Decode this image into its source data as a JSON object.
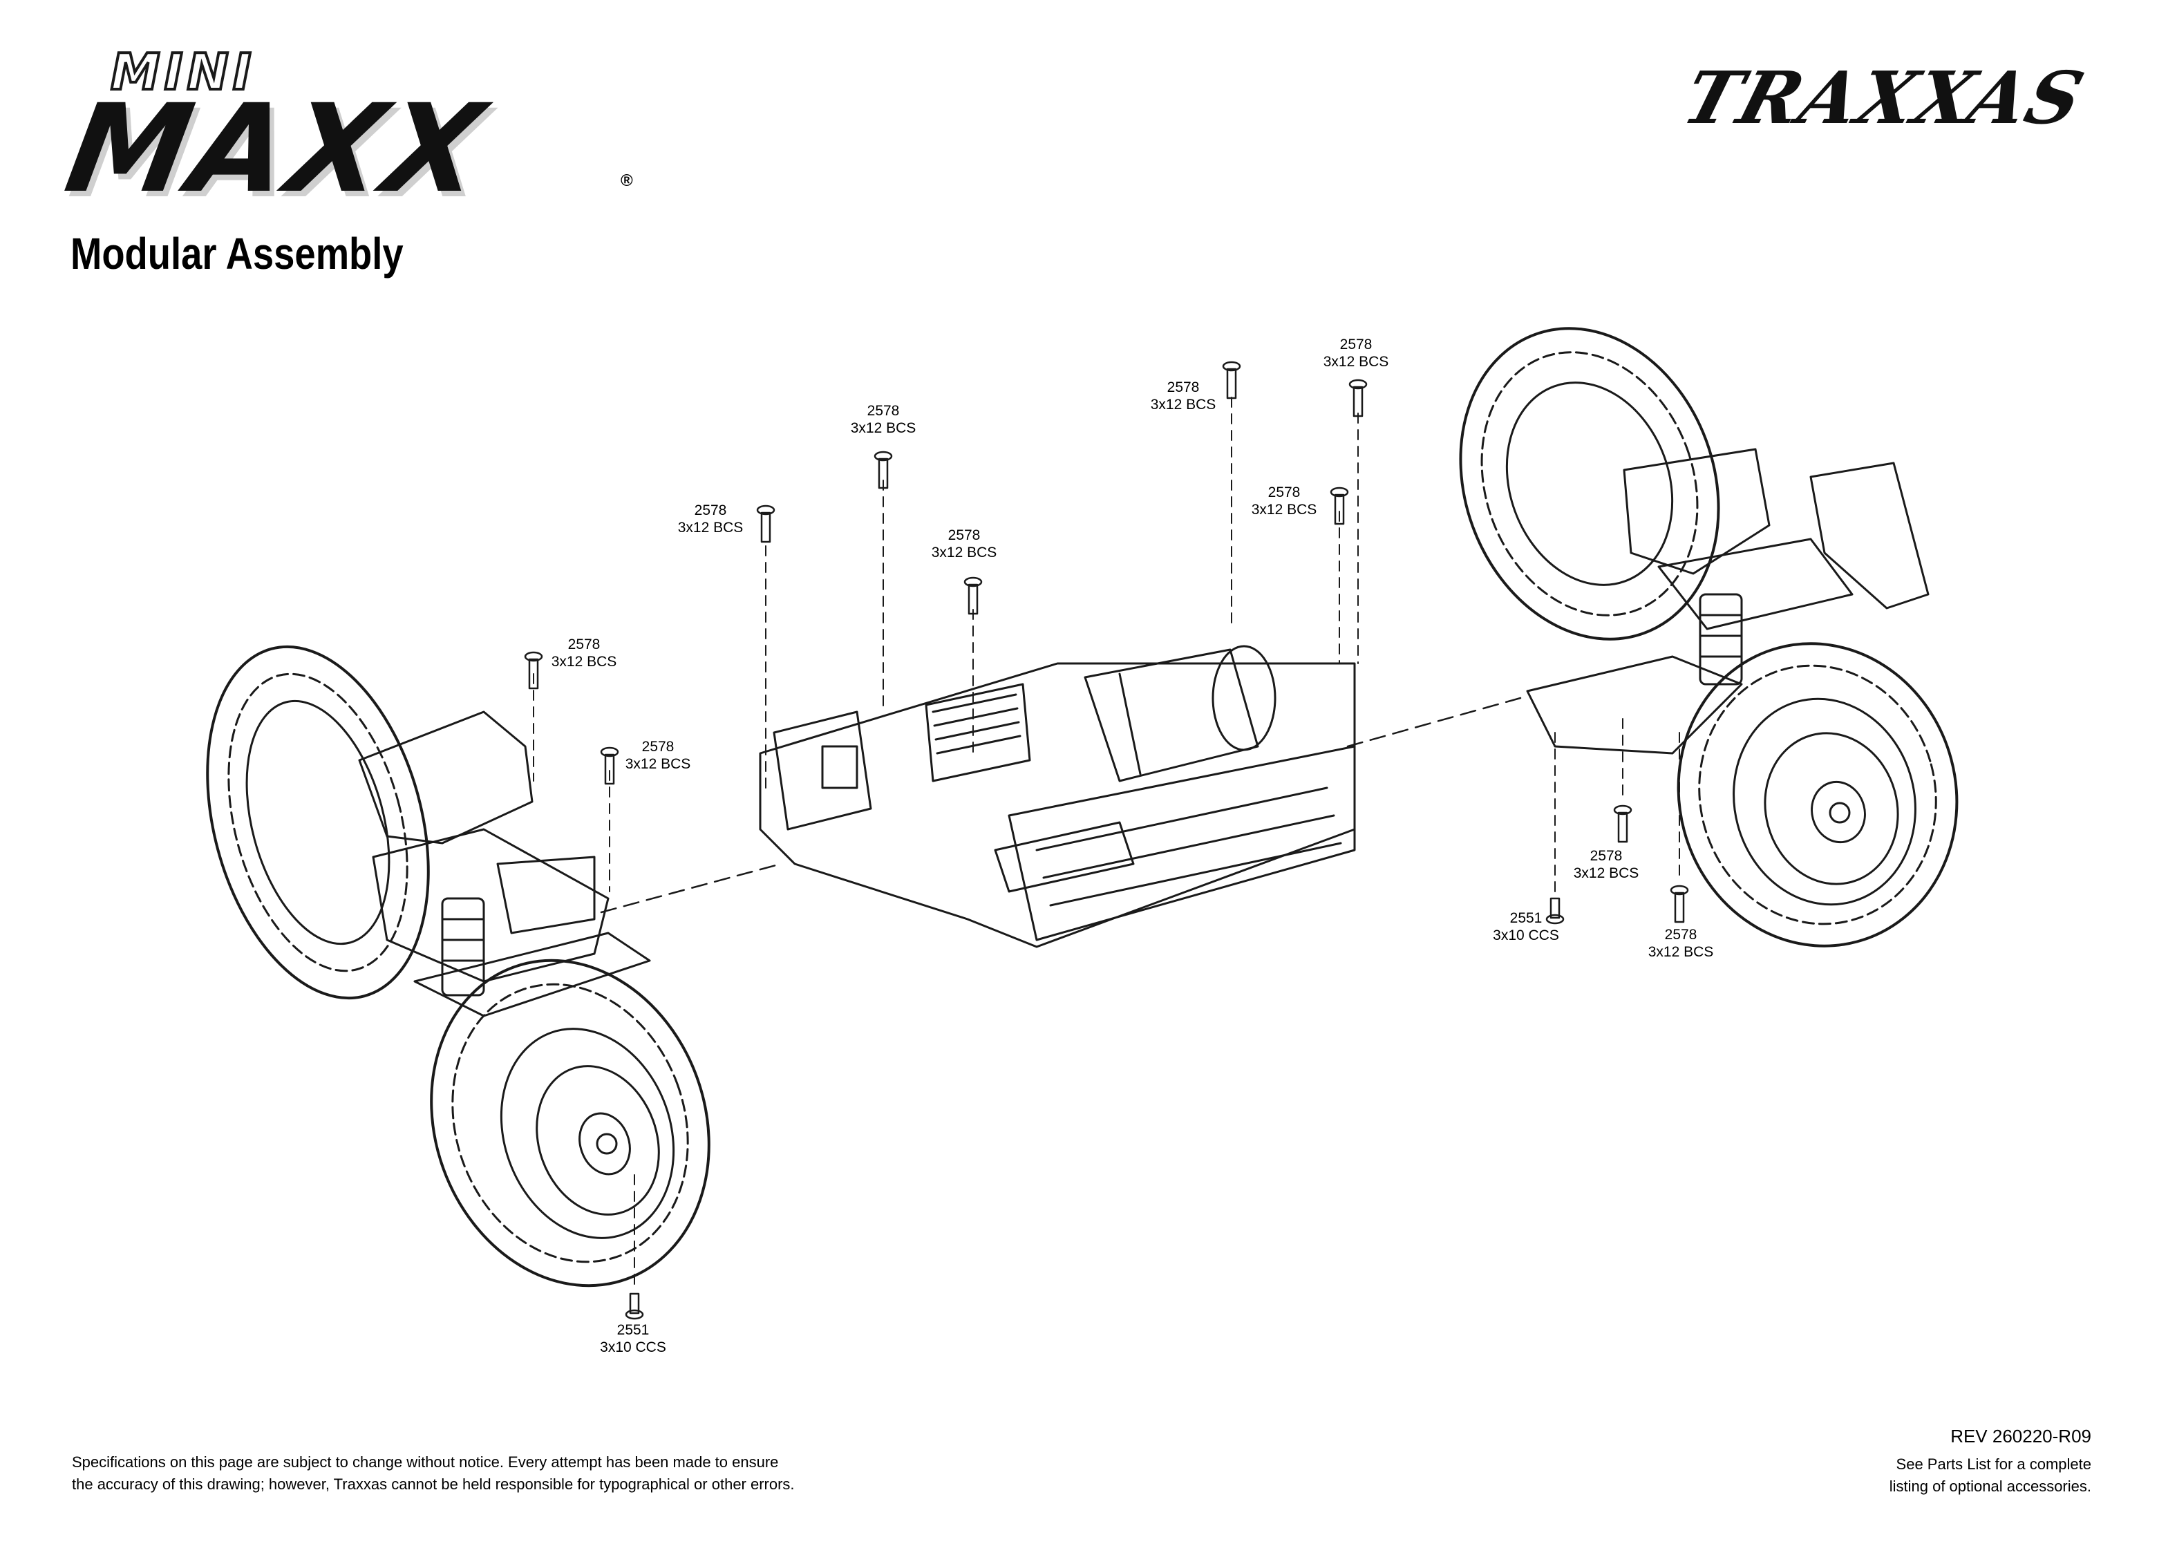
{
  "header": {
    "logo_mini": "MINI",
    "logo_maxx": "MAXX",
    "logo_registered": "®",
    "title": "Modular Assembly",
    "brand_logo": "TRAXXAS"
  },
  "callouts": [
    {
      "part": "2578",
      "desc": "3x12 BCS"
    },
    {
      "part": "2578",
      "desc": "3x12 BCS"
    },
    {
      "part": "2578",
      "desc": "3x12 BCS"
    },
    {
      "part": "2578",
      "desc": "3x12 BCS"
    },
    {
      "part": "2578",
      "desc": "3x12 BCS"
    },
    {
      "part": "2578",
      "desc": "3x12 BCS"
    },
    {
      "part": "2578",
      "desc": "3x12 BCS"
    },
    {
      "part": "2578",
      "desc": "3x12 BCS"
    },
    {
      "part": "2551",
      "desc": "3x10 CCS"
    },
    {
      "part": "2578",
      "desc": "3x12 BCS"
    },
    {
      "part": "2551",
      "desc": "3x10 CCS"
    },
    {
      "part": "2578",
      "desc": "3x12 BCS"
    }
  ],
  "footer": {
    "disclaimer_line1": "Specifications on this page are subject to change without notice.  Every attempt has been made to ensure",
    "disclaimer_line2": "the accuracy of this drawing; however, Traxxas cannot be held responsible for typographical or other errors.",
    "revision": "REV 260220-R09",
    "see_parts_line1": "See Parts List for a complete",
    "see_parts_line2": "listing of optional accessories."
  },
  "colors": {
    "line": "#1a1a1a",
    "background": "#ffffff"
  }
}
